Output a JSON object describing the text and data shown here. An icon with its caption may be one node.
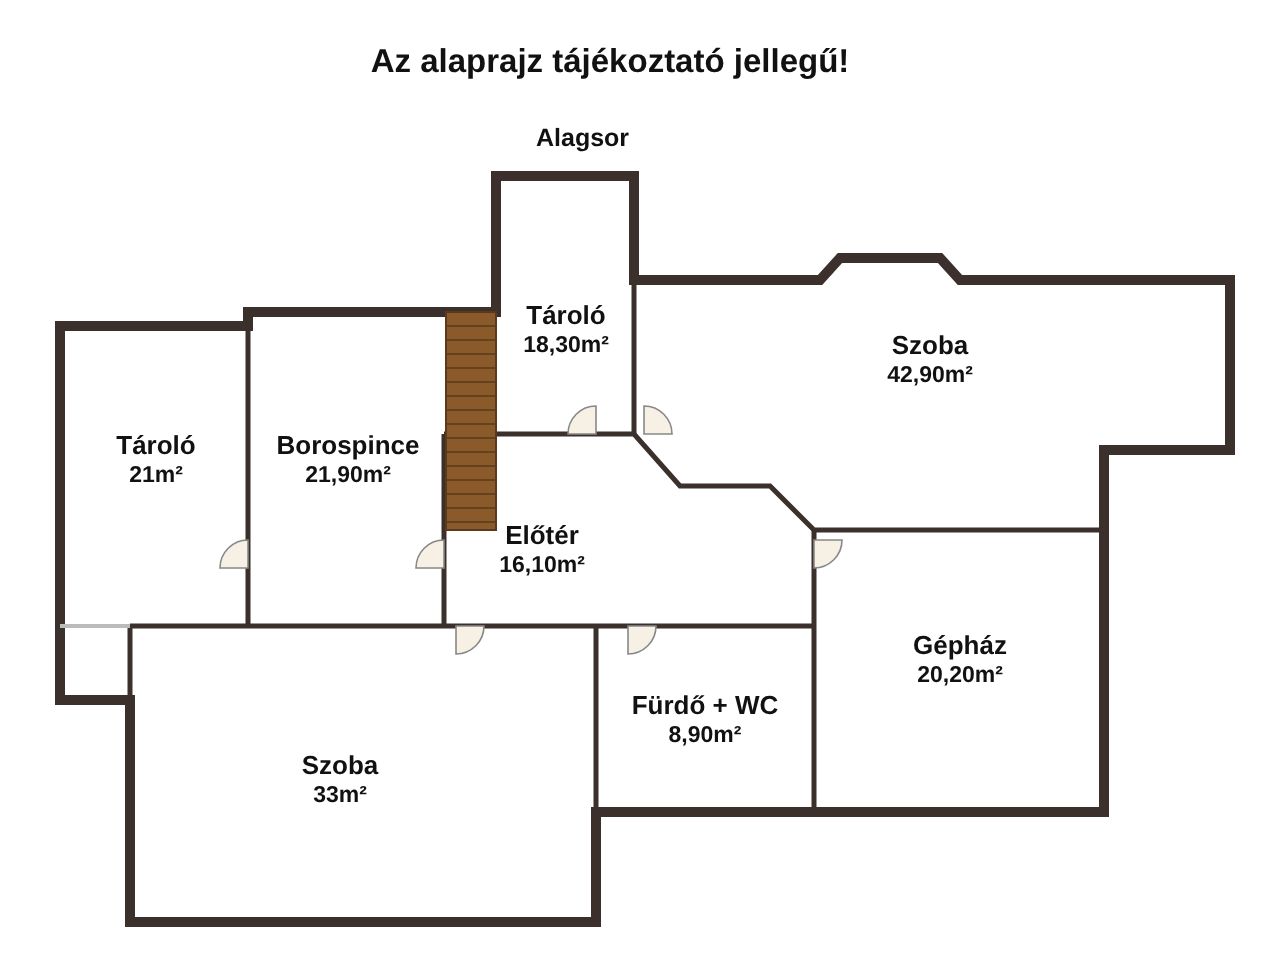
{
  "diagram": {
    "title": "Az alaprajz tájékoztató jellegű!",
    "nodes": [
      {
        "text": [
          "Tároló",
          "18,30m²"
        ]
      },
      {
        "text": [
          "Szoba",
          "42,90m²"
        ]
      },
      {
        "text": [
          "Tároló",
          "21m²"
        ]
      },
      {
        "text": [
          "Borospince",
          "21,90m²"
        ]
      },
      {
        "text": [
          "Előtér",
          "16,10m²"
        ]
      },
      {
        "text": [
          "Gépház",
          "20,20m²"
        ]
      },
      {
        "text": [
          "Fürdő + WC",
          "8,90m²"
        ]
      },
      {
        "text": [
          "Szoba",
          "33m²"
        ]
      }
    ],
    "labels": [
      "Alagsor"
    ]
  }
}
